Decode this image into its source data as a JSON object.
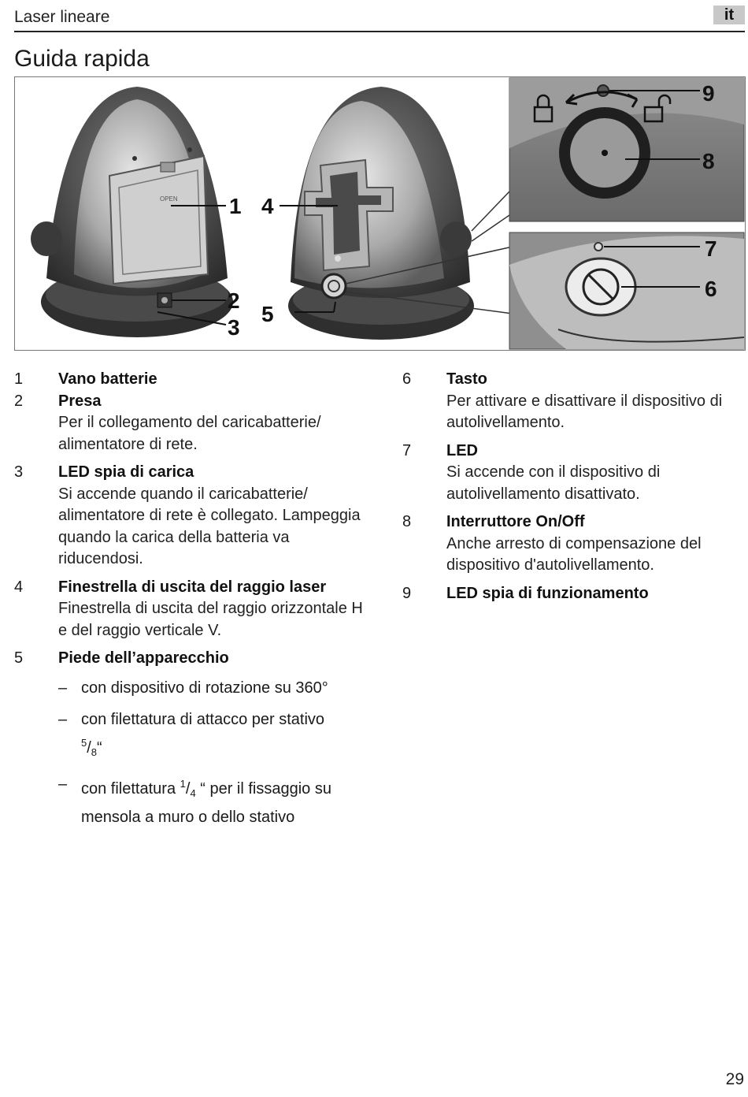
{
  "header": {
    "title": "Laser lineare",
    "language": "it"
  },
  "page_title": "Guida rapida",
  "figure": {
    "callouts": [
      "1",
      "2",
      "3",
      "4",
      "5",
      "6",
      "7",
      "8",
      "9"
    ],
    "lettering": "OPEN"
  },
  "items_left": [
    {
      "num": "1",
      "title": "Vano batterie",
      "desc": ""
    },
    {
      "num": "2",
      "title": "Presa",
      "desc": "Per il collegamento del caricabatterie/ alimentatore di rete."
    },
    {
      "num": "3",
      "title": "LED spia di carica",
      "desc": "Si accende quando il caricabatterie/ alimentatore di rete è collegato. Lampeggia quando la carica della batteria va riducendosi."
    },
    {
      "num": "4",
      "title": "Finestrella di uscita del raggio laser",
      "desc": "Finestrella di uscita del raggio orizzontale H e del raggio verticale V."
    },
    {
      "num": "5",
      "title": "Piede dell’apparecchio",
      "desc": ""
    }
  ],
  "foot_bullets": {
    "dash": "–",
    "b1": "con dispositivo di rotazione su 360°",
    "b2_text": "con filettatura di attacco per stativo",
    "b2_num": "5",
    "b2_slash": "/",
    "b2_den": "8",
    "b2_suffix": "“",
    "b3_prefix": "con filettatura",
    "b3_num": "1",
    "b3_slash": "/",
    "b3_den": "4",
    "b3_suffix": " “ per il fissaggio su mensola a muro o dello stativo"
  },
  "items_right": [
    {
      "num": "6",
      "title": "Tasto",
      "desc": "Per attivare e disattivare il dispositivo di autolivellamento."
    },
    {
      "num": "7",
      "title": "LED",
      "desc": "Si accende con il dispositivo di autolivellamento disattivato."
    },
    {
      "num": "8",
      "title": "Interruttore On/Off",
      "desc": "Anche arresto di compensazione del dispositivo d'autolivellamento."
    },
    {
      "num": "9",
      "title": "LED spia di funzionamento",
      "desc": ""
    }
  ],
  "page_number": "29"
}
